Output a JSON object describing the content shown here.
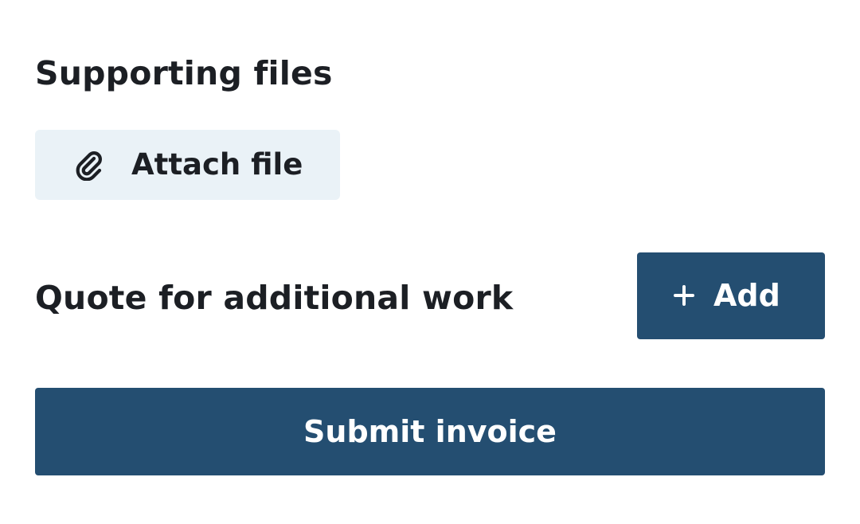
{
  "supporting_files": {
    "title": "Supporting files",
    "attach_label": "Attach file",
    "attach_icon": "paperclip-icon"
  },
  "quote": {
    "title": "Quote for additional work",
    "add_label": "Add",
    "add_icon": "plus-icon"
  },
  "submit": {
    "label": "Submit invoice"
  },
  "colors": {
    "primary": "#244e71",
    "attach_bg": "#eaf2f7",
    "text": "#1c1f24"
  }
}
